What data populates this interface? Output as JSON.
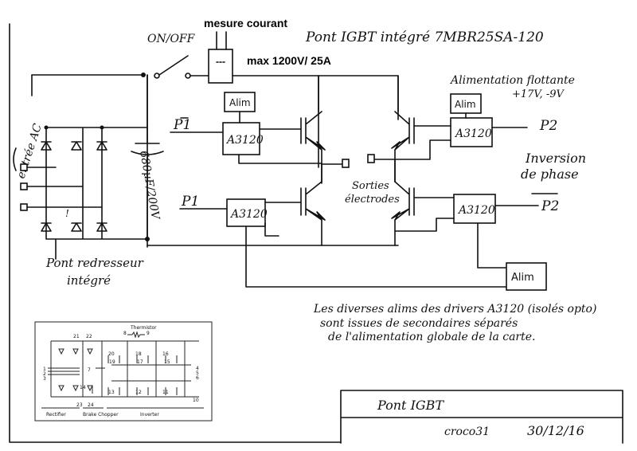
{
  "labels": {
    "title": "Pont IGBT intégré 7MBR25SA-120",
    "mesure": "mesure courant",
    "max": "max 1200V/ 25A",
    "onoff": "ON/OFF",
    "entree": "entrée AC",
    "capacitor": "680µF/200V",
    "alimFlottante": "Alimentation flottante",
    "alimVolts": "+17V, -9V",
    "inversion1": "Inversion",
    "inversion2": "de phase",
    "sorties1": "Sorties",
    "sorties2": "électrodes",
    "pontRed1": "Pont redresseur",
    "pontRed2": "intégré",
    "note1": "Les diverses alims des drivers A3120 (isolés opto)",
    "note2": "sont issues de secondaires séparés",
    "note3": "de l'alimentation globale de la carte."
  },
  "drivers": {
    "a": "A3120",
    "b": "A3120",
    "c": "A3120",
    "d": "A3120"
  },
  "alims": {
    "a": "Alim",
    "b": "Alim",
    "c": "Alim"
  },
  "signals": {
    "p1a": "P1",
    "p1b": "P1",
    "p2a": "P2",
    "p2b": "P2"
  },
  "module": {
    "thermistor": "Thermistor",
    "rectifier": "Rectifier",
    "brake": "Brake Chopper",
    "inverter": "Inverter",
    "pins": [
      "21",
      "22",
      "8",
      "9",
      "1",
      "2",
      "3",
      "7",
      "14",
      "20",
      "18",
      "16",
      "19",
      "17",
      "15",
      "13",
      "12",
      "11",
      "23",
      "24",
      "4",
      "5",
      "6",
      "10"
    ]
  },
  "titleblock": {
    "title": "Pont IGBT",
    "author": "croco31",
    "date": "30/12/16"
  }
}
